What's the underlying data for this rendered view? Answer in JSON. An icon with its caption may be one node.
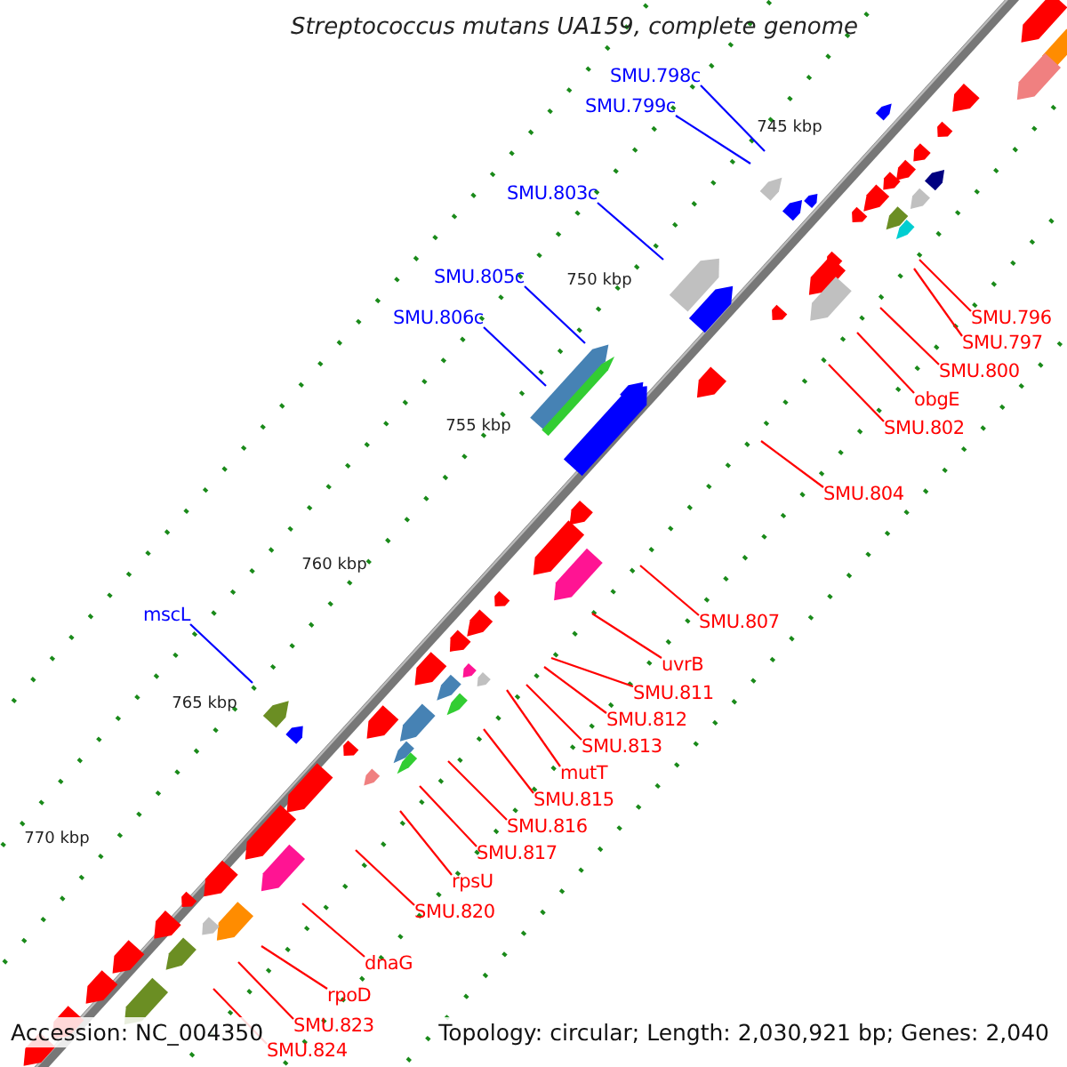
{
  "diagram": {
    "title": "Streptococcus mutans UA159, complete genome",
    "nodes": [
      {
        "text": [
          "SMU.798c"
        ]
      },
      {
        "text": [
          "SMU.799c"
        ]
      },
      {
        "text": [
          "SMU.803c"
        ]
      },
      {
        "text": [
          "SMU.805c"
        ]
      },
      {
        "text": [
          "SMU.806c"
        ]
      },
      {
        "text": [
          "SMU.796"
        ]
      },
      {
        "text": [
          "SMU.797"
        ]
      },
      {
        "text": [
          "SMU.800"
        ]
      },
      {
        "text": [
          "obgE"
        ]
      },
      {
        "text": [
          "SMU.802"
        ]
      },
      {
        "text": [
          "SMU.804"
        ]
      },
      {
        "text": [
          "SMU.807"
        ]
      },
      {
        "text": [
          "mscL"
        ]
      },
      {
        "text": [
          "uvrB"
        ]
      },
      {
        "text": [
          "SMU.811"
        ]
      },
      {
        "text": [
          "SMU.812"
        ]
      },
      {
        "text": [
          "SMU.813"
        ]
      },
      {
        "text": [
          "mutT"
        ]
      },
      {
        "text": [
          "SMU.815"
        ]
      },
      {
        "text": [
          "SMU.816"
        ]
      },
      {
        "text": [
          "SMU.817"
        ]
      },
      {
        "text": [
          "rpsU"
        ]
      },
      {
        "text": [
          "SMU.820"
        ]
      },
      {
        "text": [
          "dnaG"
        ]
      },
      {
        "text": [
          "rpoD"
        ]
      },
      {
        "text": [
          "SMU.823"
        ]
      },
      {
        "text": [
          "SMU.824"
        ]
      }
    ],
    "edges": [
      {
        "from": 0,
        "to": null,
        "arrow": "none",
        "color": "#0000ff"
      },
      {
        "from": 1,
        "to": null,
        "arrow": "none",
        "color": "#0000ff"
      },
      {
        "from": 2,
        "to": null,
        "arrow": "none",
        "color": "#0000ff"
      },
      {
        "from": 3,
        "to": null,
        "arrow": "none",
        "color": "#0000ff"
      },
      {
        "from": 4,
        "to": null,
        "arrow": "none",
        "color": "#0000ff"
      },
      {
        "from": 5,
        "to": null,
        "arrow": "none"
      },
      {
        "from": 6,
        "to": null,
        "arrow": "none"
      },
      {
        "from": 7,
        "to": null,
        "arrow": "none"
      },
      {
        "from": 8,
        "to": null,
        "arrow": "none"
      },
      {
        "from": 9,
        "to": null,
        "arrow": "none"
      },
      {
        "from": 10,
        "to": null,
        "arrow": "none"
      },
      {
        "from": 11,
        "to": null,
        "arrow": "none"
      },
      {
        "from": 12,
        "to": null,
        "arrow": "none",
        "color": "#0000ff"
      },
      {
        "from": 13,
        "to": null,
        "arrow": "none"
      },
      {
        "from": 14,
        "to": null,
        "arrow": "none"
      },
      {
        "from": 15,
        "to": null,
        "arrow": "none"
      },
      {
        "from": 16,
        "to": null,
        "arrow": "none"
      },
      {
        "from": 17,
        "to": null,
        "arrow": "none"
      },
      {
        "from": 18,
        "to": null,
        "arrow": "none"
      },
      {
        "from": 19,
        "to": null,
        "arrow": "none"
      },
      {
        "from": 20,
        "to": null,
        "arrow": "none"
      },
      {
        "from": 21,
        "to": null,
        "arrow": "none"
      },
      {
        "from": 22,
        "to": null,
        "arrow": "none"
      },
      {
        "from": 23,
        "to": null,
        "arrow": "none"
      },
      {
        "from": 24,
        "to": null,
        "arrow": "none"
      },
      {
        "from": 25,
        "to": null,
        "arrow": "none"
      },
      {
        "from": 26,
        "to": null,
        "arrow": "none"
      }
    ],
    "labels": [
      "745 kbp",
      "750 kbp",
      "755 kbp",
      "760 kbp",
      "765 kbp",
      "770 kbp",
      "Accession: NC_004350",
      "Topology: circular; Length: 2,030,921 bp; Genes: 2,040"
    ]
  }
}
